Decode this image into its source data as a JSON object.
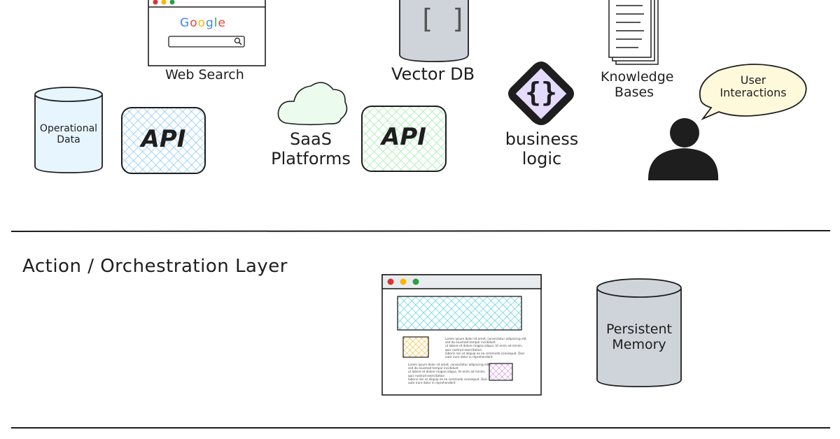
{
  "colors": {
    "stroke": "#1e1e1e",
    "operational_fill": "#e7f5ff",
    "api_blue": "#a5d8ff",
    "api_green": "#b2f2bb",
    "cloud_fill": "#ebfbee",
    "db_gray": "#ced4da",
    "logic_fill": "#e5dbff",
    "bubble_fill": "#fff9db",
    "hero_teal": "#99e9f2",
    "card_yellow": "#ffec99",
    "card_purple": "#eebefa",
    "dot_red": "#e03131",
    "dot_yellow": "#f5b700",
    "dot_green": "#2f9e44"
  },
  "web_search": {
    "label": "Web Search",
    "google": [
      "G",
      "o",
      "o",
      "g",
      "l",
      "e"
    ],
    "google_colors": [
      "#4285f4",
      "#ea4335",
      "#fbbc05",
      "#4285f4",
      "#34a853",
      "#ea4335"
    ],
    "search_icon": "magnifier-icon"
  },
  "vector_db": {
    "label": "Vector DB",
    "glyph": "[ ]"
  },
  "knowledge_bases": {
    "label_line1": "Knowledge",
    "label_line2": "Bases"
  },
  "operational_data": {
    "label_line1": "Operational",
    "label_line2": "Data"
  },
  "api_blue": {
    "label": "API"
  },
  "saas": {
    "label_line1": "SaaS",
    "label_line2": "Platforms"
  },
  "api_green": {
    "label": "API"
  },
  "business_logic": {
    "glyph": "{}",
    "label_line1": "business",
    "label_line2": "logic"
  },
  "user_interactions": {
    "label_line1": "User",
    "label_line2": "Interactions"
  },
  "layer": {
    "title": "Action / Orchestration Layer"
  },
  "persistent_memory": {
    "label_line1": "Persistent",
    "label_line2": "Memory"
  },
  "mockup": {
    "lorem_block_1": "Lorem ipsum dolor sit amet, consectetur adipiscing elit,\nsed do eiusmod tempor incididunt\nut labore et dolore magna aliqua. Ut enim ad minim,\nquis nostrud exercitation\nlaboris nisi ut aliquip ex ea commodo consequat. Duis\naute irure dolor in reprehenderit",
    "lorem_block_2": "Lorem ipsum dolor sit amet, consectetur adipiscing elit,\nsed do eiusmod tempor incididunt\nut labore et dolore magna aliqua. Ut enim ad minim,\nquis nostrud exercitation\nlaboris nisi ut aliquip ex ea commodo consequat. Duis\naute irure dolor in reprehenderit"
  }
}
